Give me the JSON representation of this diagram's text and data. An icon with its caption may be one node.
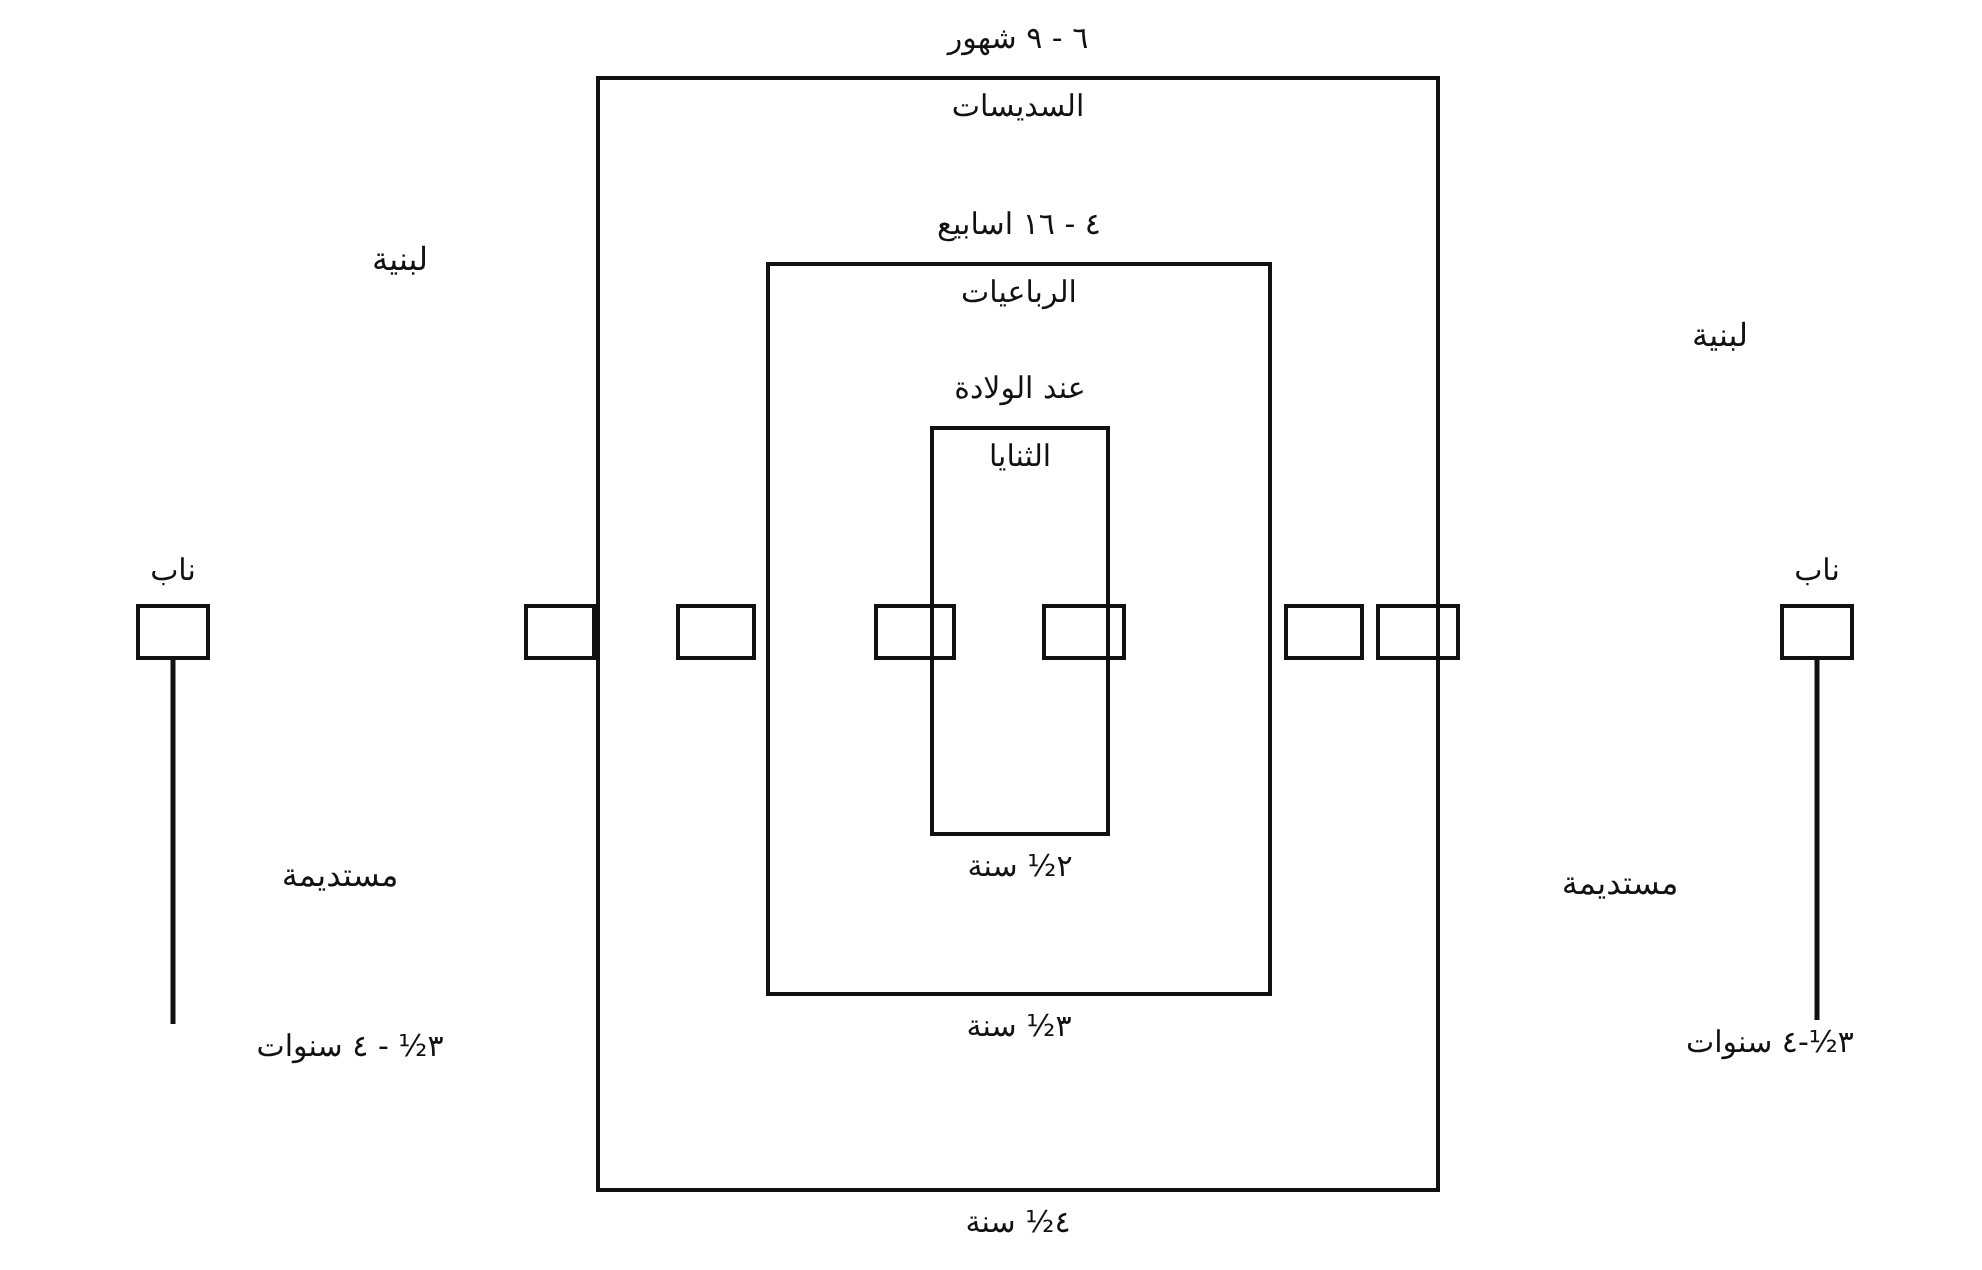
{
  "diagram": {
    "nodes": [
      {
        "text": [
          "٦ - ٩ شهور",
          "السديسات"
        ],
        "beside": [
          "٤½ سنة"
        ]
      },
      {
        "text": [
          "٤ - ١٦ اسابيع",
          "الرباعيات"
        ],
        "beside": [
          "٣½ سنة"
        ],
        "in": 0
      },
      {
        "text": [
          "عند الولادة",
          "الثنايا"
        ],
        "beside": [
          "٢½ سنة"
        ],
        "in": 1
      },
      {
        "text": [
          "ناب"
        ]
      },
      {
        "text": [],
        "shape": "box"
      },
      {
        "text": [],
        "shape": "box",
        "in": 0
      },
      {
        "text": [],
        "shape": "box",
        "in": 1
      },
      {
        "text": [],
        "shape": "box",
        "in": 1
      },
      {
        "text": [],
        "shape": "box",
        "in": 0
      },
      {
        "text": [],
        "shape": "box"
      },
      {
        "text": [
          "ناب"
        ]
      },
      {
        "text": [
          "٣½ - ٤ سنوات"
        ]
      },
      {
        "text": [
          "٣½-٤ سنوات"
        ]
      }
    ],
    "edges": [
      {
        "from": 3,
        "to": 11,
        "arrow": "none"
      },
      {
        "from": 10,
        "to": 12,
        "arrow": "none"
      }
    ],
    "labels": [
      "لبنية",
      "لبنية",
      "مستديمة",
      "مستديمة"
    ]
  }
}
